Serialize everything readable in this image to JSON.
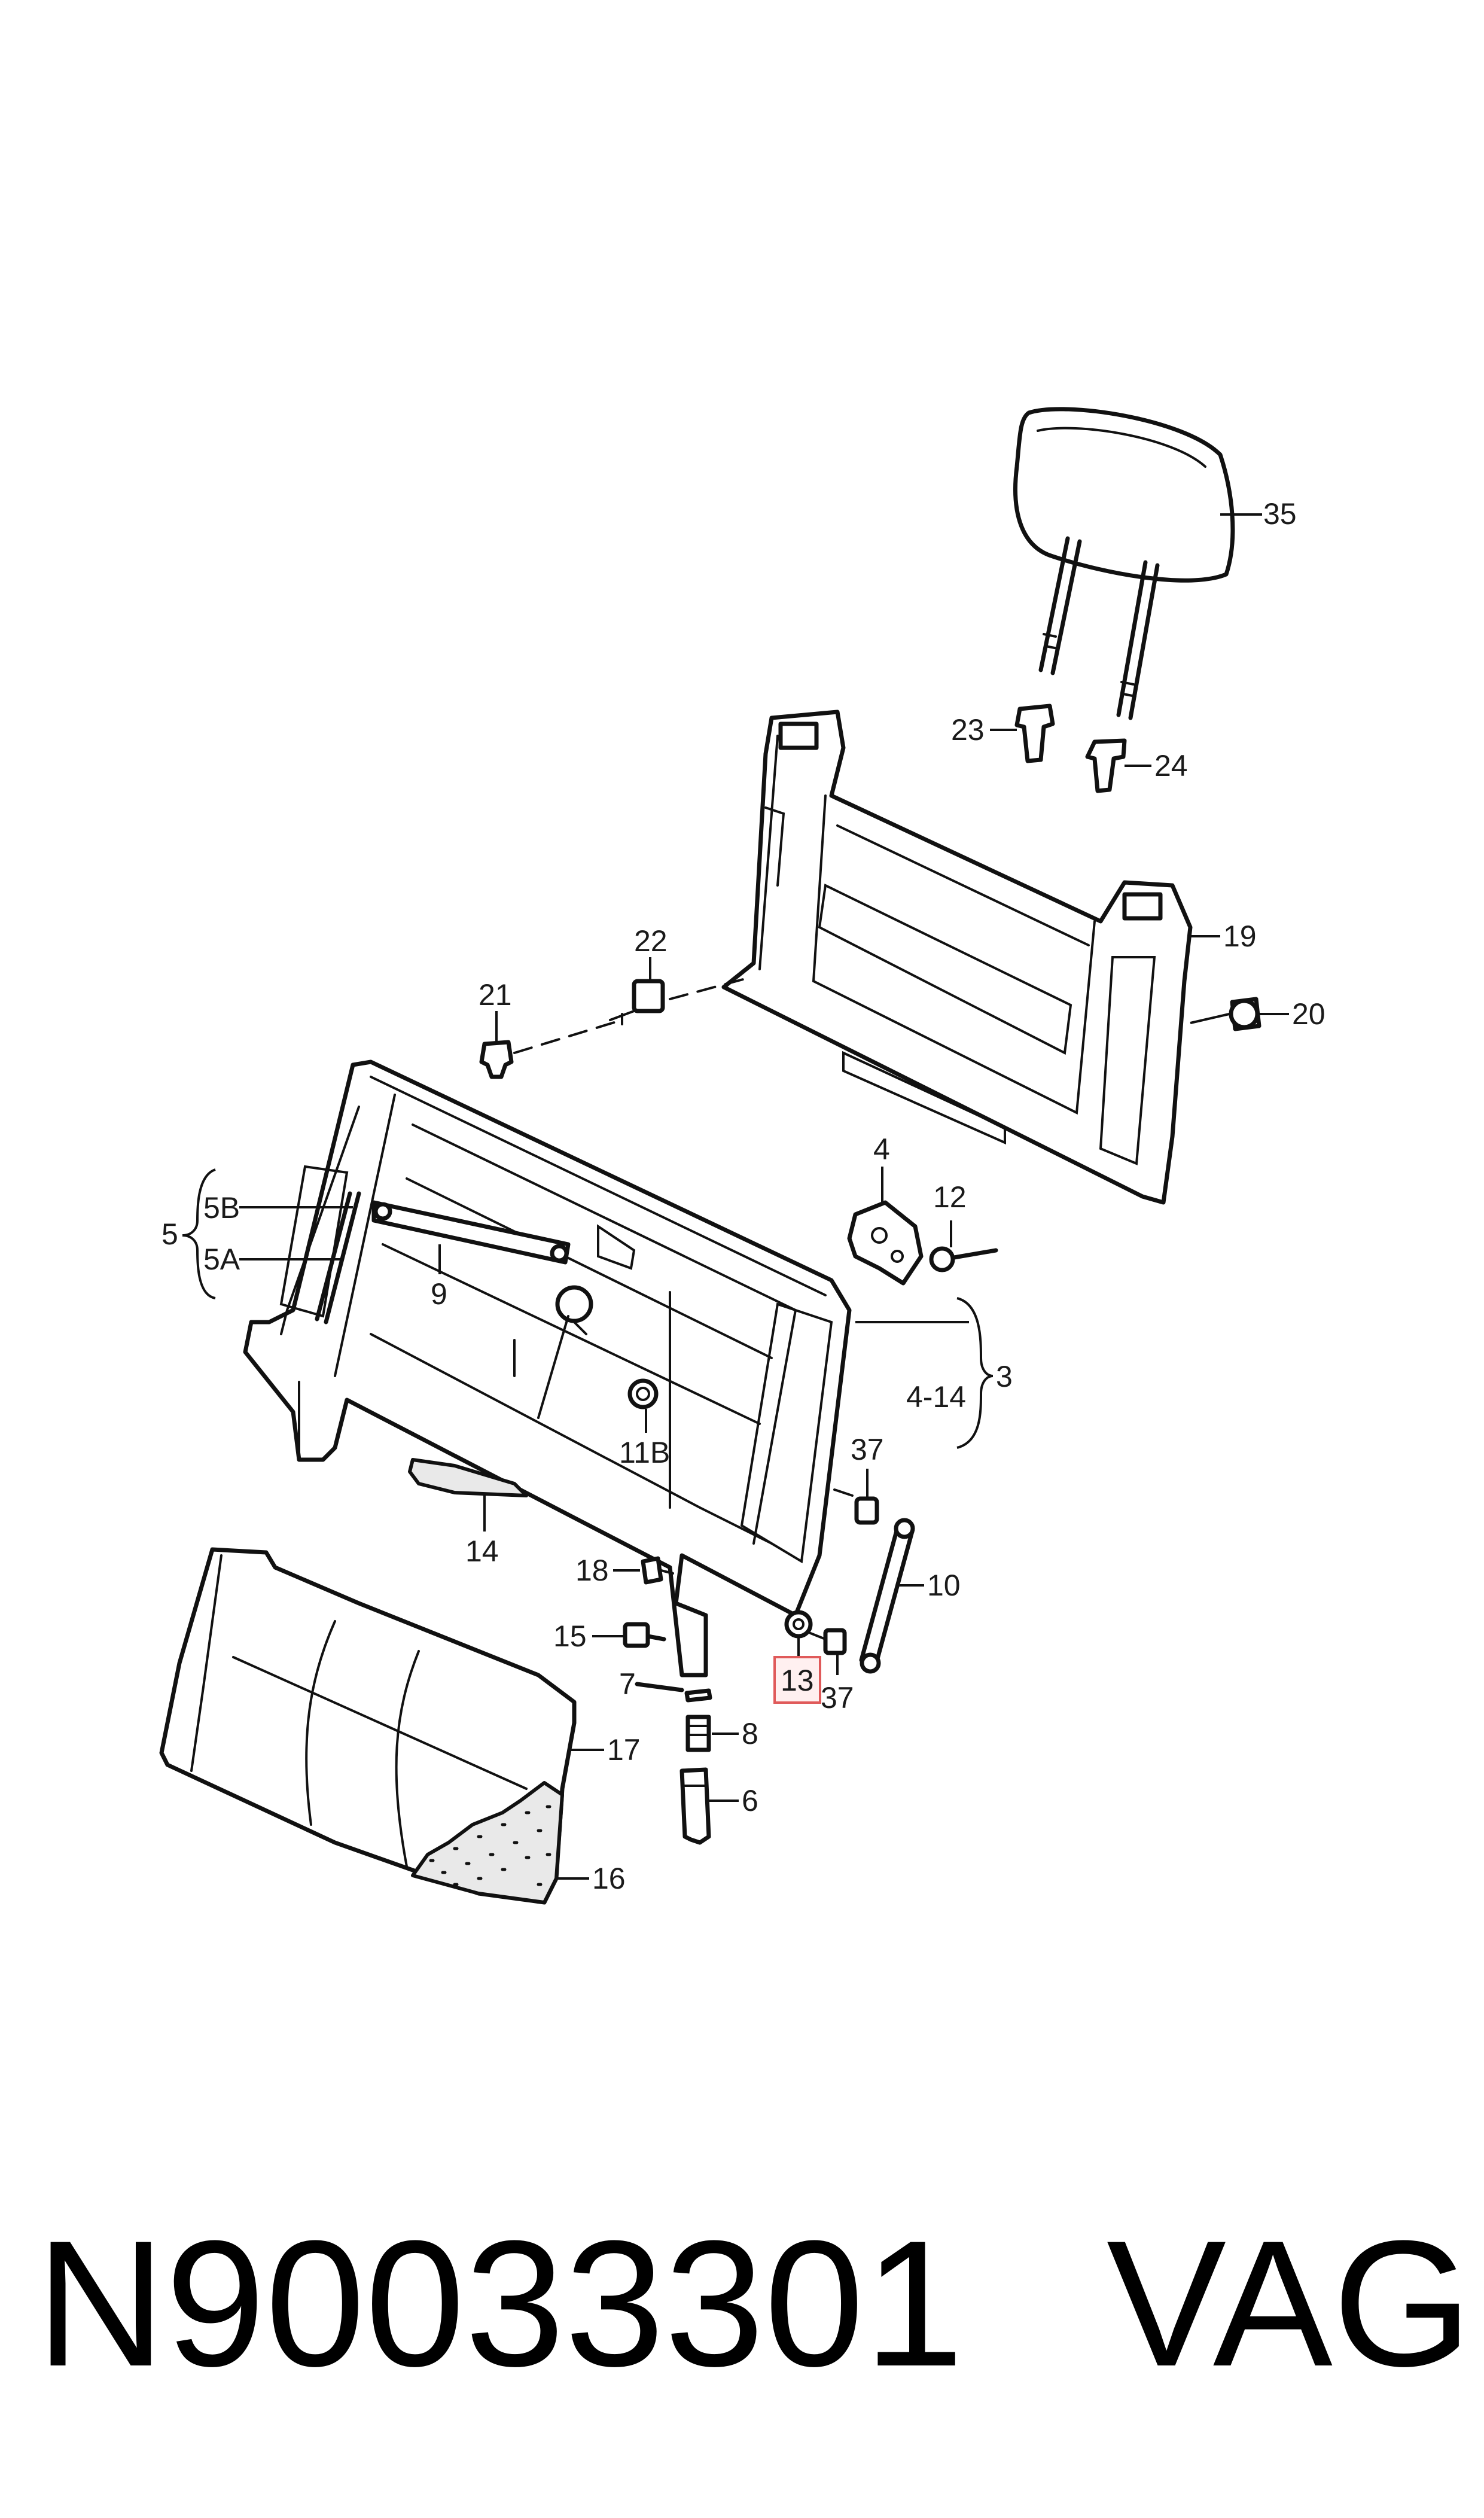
{
  "diagram": {
    "labels": {
      "l35": "35",
      "l23": "23",
      "l24": "24",
      "l19": "19",
      "l20": "20",
      "l22": "22",
      "l21": "21",
      "l4": "4",
      "l12": "12",
      "l5": "5",
      "l5B": "5B",
      "l5A": "5A",
      "l9": "9",
      "l3": "3",
      "l4_14": "4-14",
      "l11B": "11B",
      "l37a": "37",
      "l14": "14",
      "l10": "10",
      "l18": "18",
      "l15": "15",
      "l13": "13",
      "l37b": "37",
      "l7": "7",
      "l8": "8",
      "l17": "17",
      "l6": "6",
      "l16": "16"
    },
    "highlighted_part": "13",
    "highlight_color": "#e05a5a"
  },
  "footer": {
    "part_number": "N90033301",
    "brand": "VAG"
  }
}
